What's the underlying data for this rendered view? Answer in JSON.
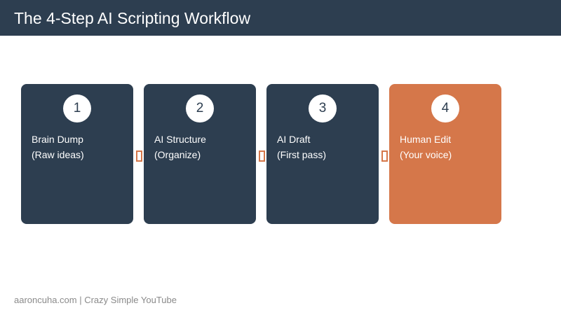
{
  "header": {
    "title": "The 4-Step AI Scripting Workflow"
  },
  "colors": {
    "header_bg": "#2d3e50",
    "card_dark": "#2d3e50",
    "card_accent": "#d5774a",
    "arrow": "#d5774a",
    "footer_text": "#8a8a8a"
  },
  "steps": [
    {
      "number": "1",
      "title": "Brain Dump",
      "subtitle": "(Raw ideas)"
    },
    {
      "number": "2",
      "title": "AI Structure",
      "subtitle": "(Organize)"
    },
    {
      "number": "3",
      "title": "AI Draft",
      "subtitle": "(First pass)"
    },
    {
      "number": "4",
      "title": "Human Edit",
      "subtitle": "(Your voice)"
    }
  ],
  "connectors": [
    {
      "icon": "arrow-right-icon"
    },
    {
      "icon": "arrow-right-icon"
    },
    {
      "icon": "arrow-right-icon"
    }
  ],
  "footer": {
    "text": "aaroncuha.com | Crazy Simple YouTube"
  }
}
